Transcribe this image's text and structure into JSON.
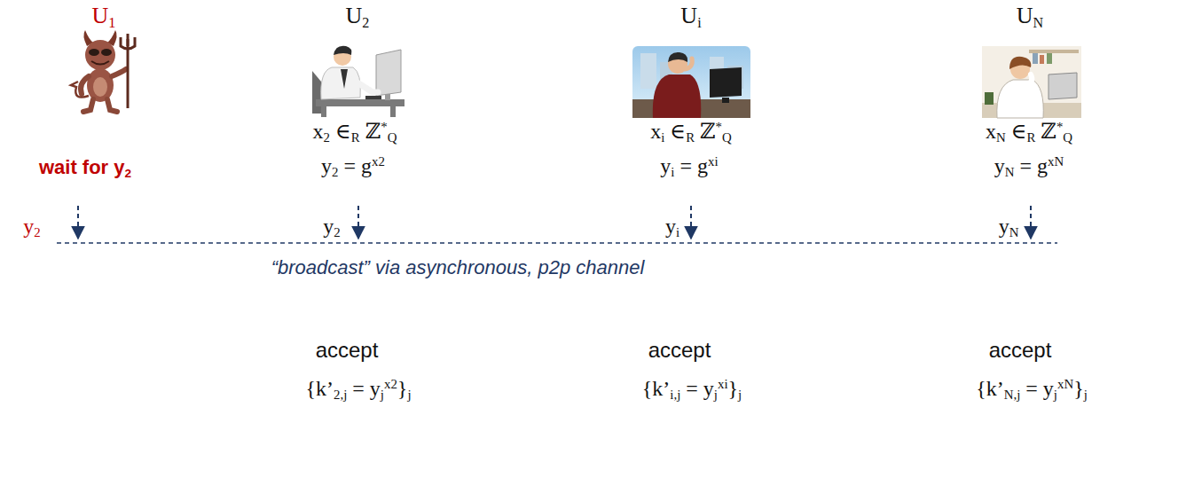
{
  "diagram": {
    "labels": [
      "U1",
      "U2",
      "Ui",
      "UN",
      "wait for y2",
      "x2 ∈R ℤ*Q",
      "y2 = gx2",
      "xi ∈R ℤ*Q",
      "yi = gxi",
      "xN ∈R ℤ*Q",
      "yN = gxN",
      "y2",
      "y2",
      "yi",
      "yN",
      "“broadcast” via asynchronous, p2p channel",
      "accept",
      "accept",
      "accept",
      "{k’2,j = yjx2}j",
      "{k’i,j = yjxi}j",
      "{k’N,j = yjxN}j"
    ]
  }
}
